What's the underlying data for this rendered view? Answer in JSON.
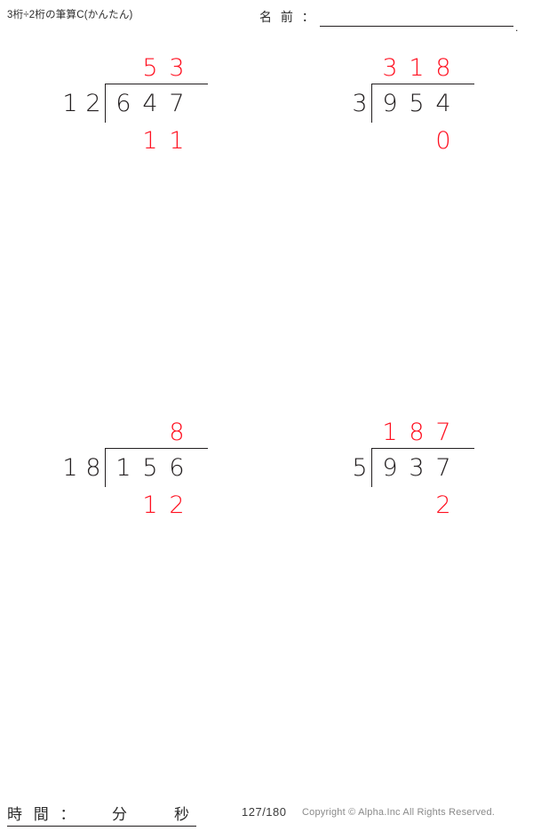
{
  "header": {
    "title": "3桁÷2桁の筆算C(かんたん)",
    "name_label": "名 前 ：",
    "name_value": "",
    "name_trailing_mark": "."
  },
  "problems": [
    {
      "id": "problem-1",
      "divisor": "12",
      "dividend": "647",
      "quotient": "53",
      "remainder": "11",
      "answer_color": "#ff1020"
    },
    {
      "id": "problem-2",
      "divisor": "3",
      "dividend": "954",
      "quotient": "318",
      "remainder": "0",
      "answer_color": "#ff1020"
    },
    {
      "id": "problem-3",
      "divisor": "18",
      "dividend": "156",
      "quotient": "8",
      "remainder": "12",
      "answer_color": "#ff1020"
    },
    {
      "id": "problem-4",
      "divisor": "5",
      "dividend": "937",
      "quotient": "187",
      "remainder": "2",
      "answer_color": "#ff1020"
    }
  ],
  "footer": {
    "time_label": "時 間 ：",
    "time_minutes_value": "",
    "time_minutes_unit": "分",
    "time_seconds_value": "",
    "time_seconds_unit": "秒",
    "page_number": "127/180",
    "copyright": "Copyright © Alpha.Inc All Rights Reserved."
  }
}
